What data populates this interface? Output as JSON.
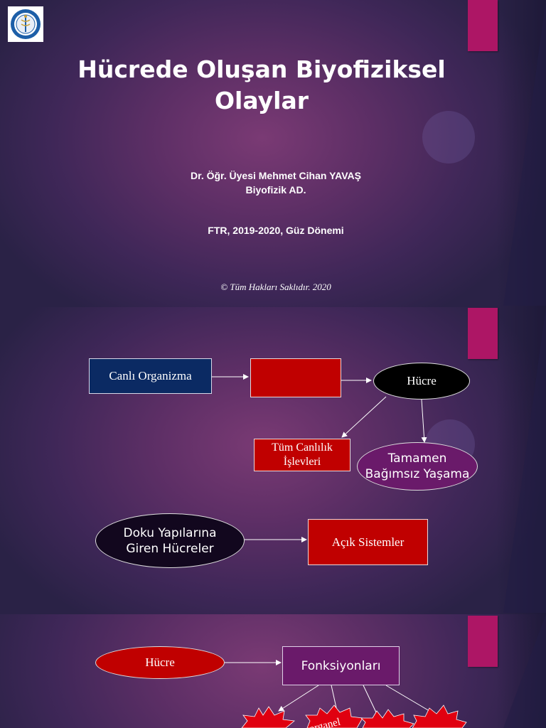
{
  "slide1": {
    "title_line1": "Hücrede Oluşan Biyofiziksel",
    "title_line2": "Olaylar",
    "author": "Dr. Öğr. Üyesi  Mehmet Cihan YAVAŞ",
    "department": "Biyofizik AD.",
    "course": "FTR, 2019-2020, Güz Dönemi",
    "copyright": "© Tüm Hakları Saklıdır. 2020"
  },
  "slide2": {
    "living_organism": "Canlı Organizma",
    "cell": "Hücre",
    "all_life_functions_line1": "Tüm Canlılık",
    "all_life_functions_line2": "İşlevleri",
    "independent_life_line1": "Tamamen",
    "independent_life_line2": "Bağımsız Yaşama",
    "tissue_cells_line1": "Doku Yapılarına",
    "tissue_cells_line2": "Giren Hücreler",
    "open_systems": "Açık Sistemler"
  },
  "slide3": {
    "cell": "Hücre",
    "functions": "Fonksiyonları",
    "burst_label": "organel"
  },
  "colors": {
    "accent_pink": "#ad1665",
    "navy_box": "#0b2a63",
    "red_box": "#c00000",
    "purple_oval": "#6a1a6a",
    "black_oval": "#000000"
  }
}
